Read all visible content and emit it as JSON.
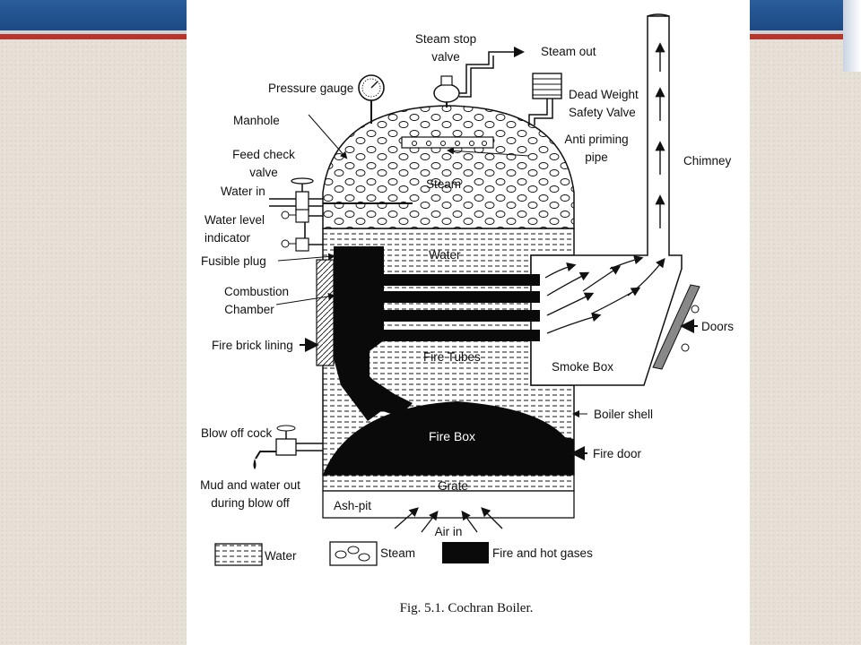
{
  "labels": {
    "steam_stop_valve_1": "Steam stop",
    "steam_stop_valve_2": "valve",
    "steam_out": "Steam out",
    "pressure_gauge": "Pressure gauge",
    "dead_weight_1": "Dead Weight",
    "dead_weight_2": "Safety Valve",
    "manhole": "Manhole",
    "anti_priming_1": "Anti priming",
    "anti_priming_2": "pipe",
    "feed_check_1": "Feed check",
    "feed_check_2": "valve",
    "chimney": "Chimney",
    "water_in": "Water in",
    "steam": "Steam",
    "water_level_1": "Water level",
    "water_level_2": "indicator",
    "water": "Water",
    "fusible_plug": "Fusible plug",
    "combustion_1": "Combustion",
    "combustion_2": "Chamber",
    "doors": "Doors",
    "fire_brick": "Fire brick lining",
    "fire_tubes": "Fire Tubes",
    "smoke_box": "Smoke Box",
    "boiler_shell": "Boiler shell",
    "blow_off": "Blow off cock",
    "fire_box": "Fire Box",
    "fire_door": "Fire door",
    "mud_1": "Mud and water out",
    "mud_2": "during blow off",
    "grate": "Grate",
    "ash_pit": "Ash-pit",
    "air_in": "Air in"
  },
  "legend": {
    "water": "Water",
    "steam": "Steam",
    "fire": "Fire and hot gases"
  },
  "caption": "Fig. 5.1. Cochran Boiler.",
  "colors": {
    "header_blue": "#1d4a85",
    "accent_red": "#b5362c",
    "ink": "#111111"
  }
}
